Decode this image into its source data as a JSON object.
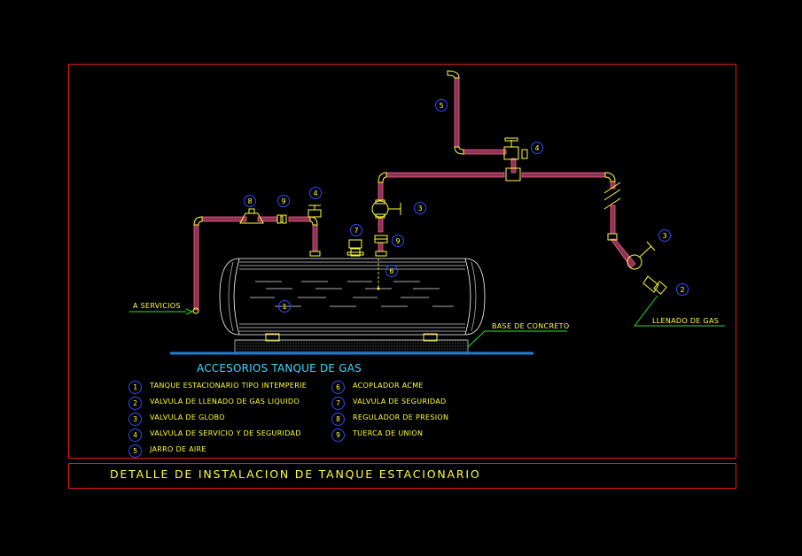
{
  "title_block": {
    "title": "DETALLE DE INSTALACION DE TANQUE ESTACIONARIO"
  },
  "legend": {
    "heading": "ACCESORIOS TANQUE DE GAS",
    "items_left": [
      {
        "num": "1",
        "label": "TANQUE ESTACIONARIO TIPO INTEMPERIE"
      },
      {
        "num": "2",
        "label": "VALVULA DE LLENADO DE GAS LIQUIDO"
      },
      {
        "num": "3",
        "label": "VALVULA DE GLOBO"
      },
      {
        "num": "4",
        "label": "VALVULA DE SERVICIO Y DE SEGURIDAD"
      },
      {
        "num": "5",
        "label": "JARRO DE AIRE"
      }
    ],
    "items_right": [
      {
        "num": "6",
        "label": "ACOPLADOR ACME"
      },
      {
        "num": "7",
        "label": "VALVULA DE SEGURIDAD"
      },
      {
        "num": "8",
        "label": "REGULADOR DE PRESION"
      },
      {
        "num": "9",
        "label": "TUERCA DE UNION"
      }
    ]
  },
  "drawing": {
    "label_servicios": "A SERVICIOS",
    "label_base": "BASE DE CONCRETO",
    "label_llenado": "LLENADO DE GAS",
    "callouts": {
      "c5_top": "5",
      "c4_top": "4",
      "c8": "8",
      "c9_left": "9",
      "c4_left": "4",
      "c3_mid": "3",
      "c7": "7",
      "c9_mid": "9",
      "c6": "6",
      "c1": "1",
      "c3_right": "3",
      "c2": "2"
    }
  },
  "colors": {
    "background": "#000000",
    "frame": "#e01818",
    "pipe": "#9a3a5a",
    "pipe_edge": "#ff5a8a",
    "fitting": "#ffff3a",
    "tank": "#ffffff",
    "callout_circle": "#2f4bff",
    "callout_text": "#ffff3a",
    "leader": "#23e823",
    "heading": "#3fd7ff",
    "ground": "#1e7fd6"
  }
}
